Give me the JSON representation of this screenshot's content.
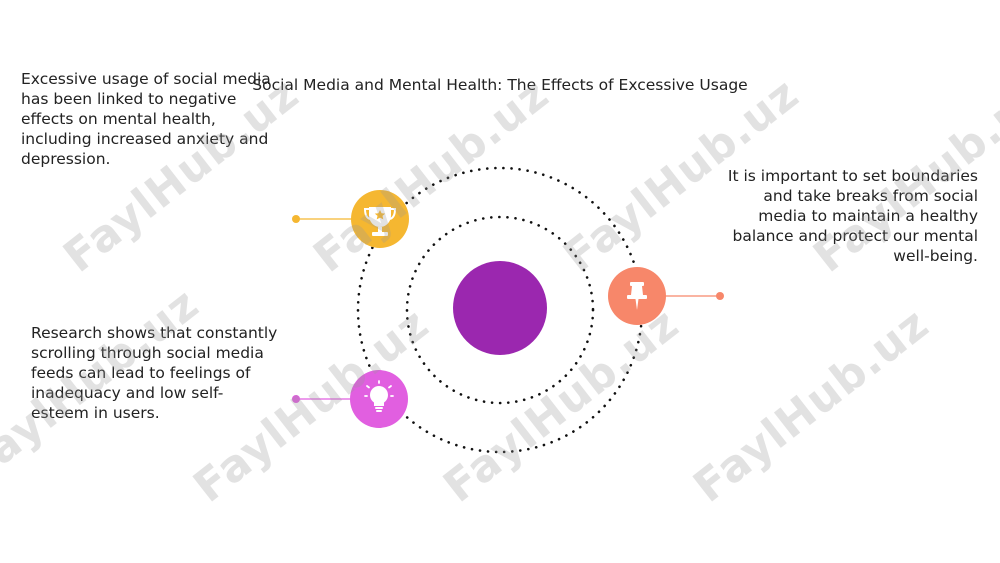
{
  "title": "Social Media and Mental Health: The Effects of Excessive Usage",
  "points": [
    {
      "id": "top-left",
      "text": "Excessive usage of social media has been linked to negative effects on mental health, including increased anxiety and depression.",
      "icon": "trophy-icon",
      "color": "#F5B731"
    },
    {
      "id": "right",
      "text": "It is important to set boundaries and take breaks from social media to maintain a healthy balance and protect our mental well-being.",
      "icon": "pushpin-icon",
      "color": "#F7876A"
    },
    {
      "id": "bottom-left",
      "text": "Research shows that constantly scrolling through social media feeds can lead to feelings of inadequacy and low self-esteem in users.",
      "icon": "lightbulb-icon",
      "color": "#E15FE0"
    }
  ],
  "center_color": "#9B27AF",
  "watermark": "FaylHub.uz"
}
